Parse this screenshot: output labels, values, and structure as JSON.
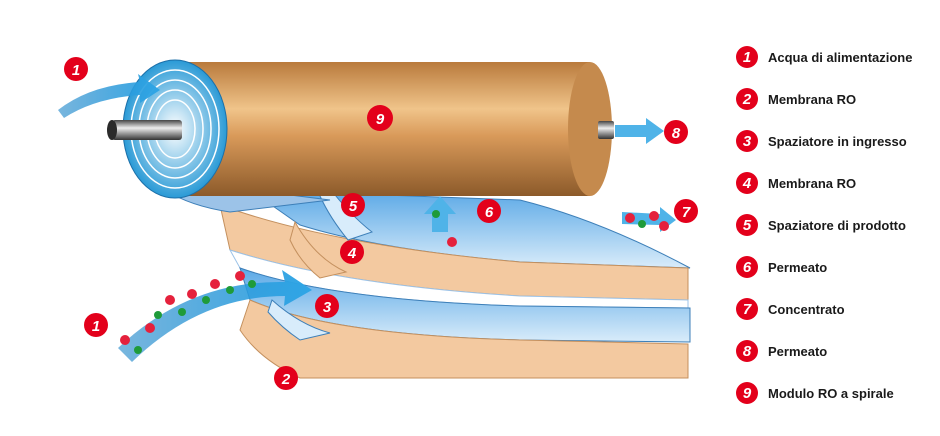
{
  "legend": [
    {
      "num": "1",
      "label": "Acqua di alimentazione"
    },
    {
      "num": "2",
      "label": "Membrana RO"
    },
    {
      "num": "3",
      "label": "Spaziatore in ingresso"
    },
    {
      "num": "4",
      "label": "Membrana RO"
    },
    {
      "num": "5",
      "label": "Spaziatore di prodotto"
    },
    {
      "num": "6",
      "label": "Permeato"
    },
    {
      "num": "7",
      "label": "Concentrato"
    },
    {
      "num": "8",
      "label": "Permeato"
    },
    {
      "num": "9",
      "label": "Modulo RO a spirale"
    }
  ],
  "markers": {
    "feed_top": "1",
    "feed_bottom": "1",
    "membrane_bottom": "2",
    "feed_spacer": "3",
    "membrane_middle": "4",
    "product_spacer": "5",
    "permeate_up": "6",
    "concentrate": "7",
    "permeate_out": "8",
    "module": "9"
  },
  "colors": {
    "marker": "#e3001b",
    "module_body": "#d9a066",
    "membrane": "#f3c9a0",
    "spacer": "#9cc3e8",
    "water": "#2a9ad6",
    "salt_red": "#e5213c",
    "salt_green": "#1f9b3a"
  }
}
